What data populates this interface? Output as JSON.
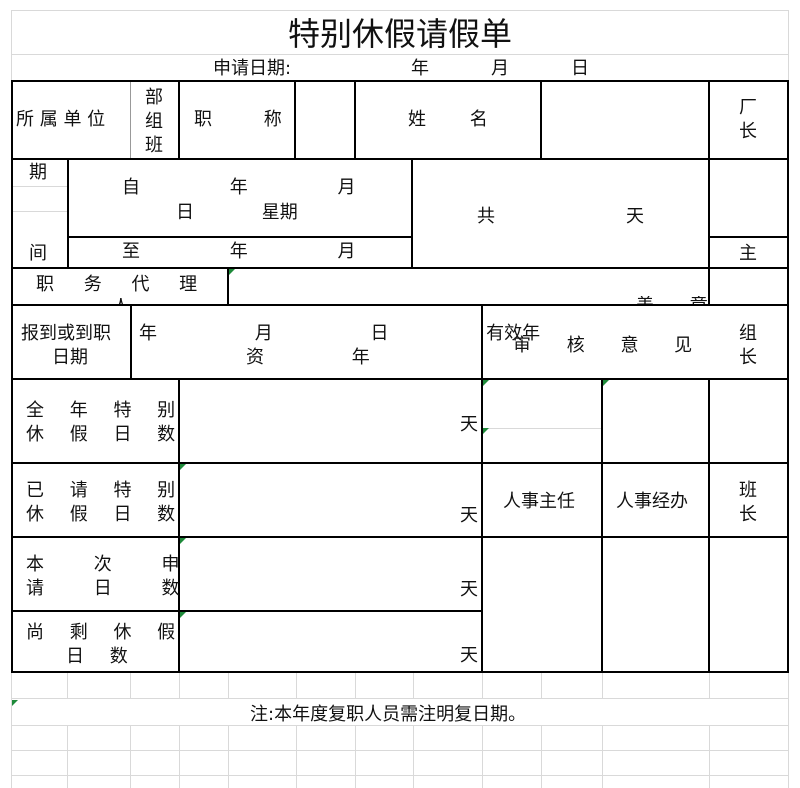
{
  "form": {
    "title": "特别休假请假单",
    "apply_date_label": "申请日期:",
    "apply_year": "年",
    "apply_month": "月",
    "apply_day": "日",
    "dept_label": "所 属 单 位",
    "dept_sub": [
      "部",
      "组",
      "班"
    ],
    "position_label": "职 称",
    "name_label": "姓 名",
    "sign_factory": [
      "厂",
      "长"
    ],
    "period_top": "期",
    "period_bottom": "间",
    "from_line1": "自 年 月",
    "from_line2": "日 星期",
    "to_line": "至 年 月",
    "total_label": "共",
    "total_unit": "天",
    "sign_director": "主",
    "deputy_label": "职 务 代 理",
    "deputy_partial": "人",
    "seal_partial": "盖 章",
    "report_label": [
      "报到或到职",
      "日期"
    ],
    "report_line1": "年 月 日 有效年",
    "report_line2": "资 年",
    "review_label": "审 核 意 见",
    "sign_group": [
      "组",
      "长"
    ],
    "annual_label": [
      "全 年 特 别",
      "休 假 日 数"
    ],
    "used_label": [
      "已 请 特 别",
      "休 假 日 数"
    ],
    "current_label": [
      "本 次 申",
      "请 日 数"
    ],
    "remaining_label": [
      "尚 剩 休 假",
      "日 数"
    ],
    "day_unit": "天",
    "hr_supervisor": "人事主任",
    "hr_handler": "人事经办",
    "sign_team": [
      "班",
      "长"
    ],
    "note": "注:本年度复职人员需注明复日期。"
  }
}
